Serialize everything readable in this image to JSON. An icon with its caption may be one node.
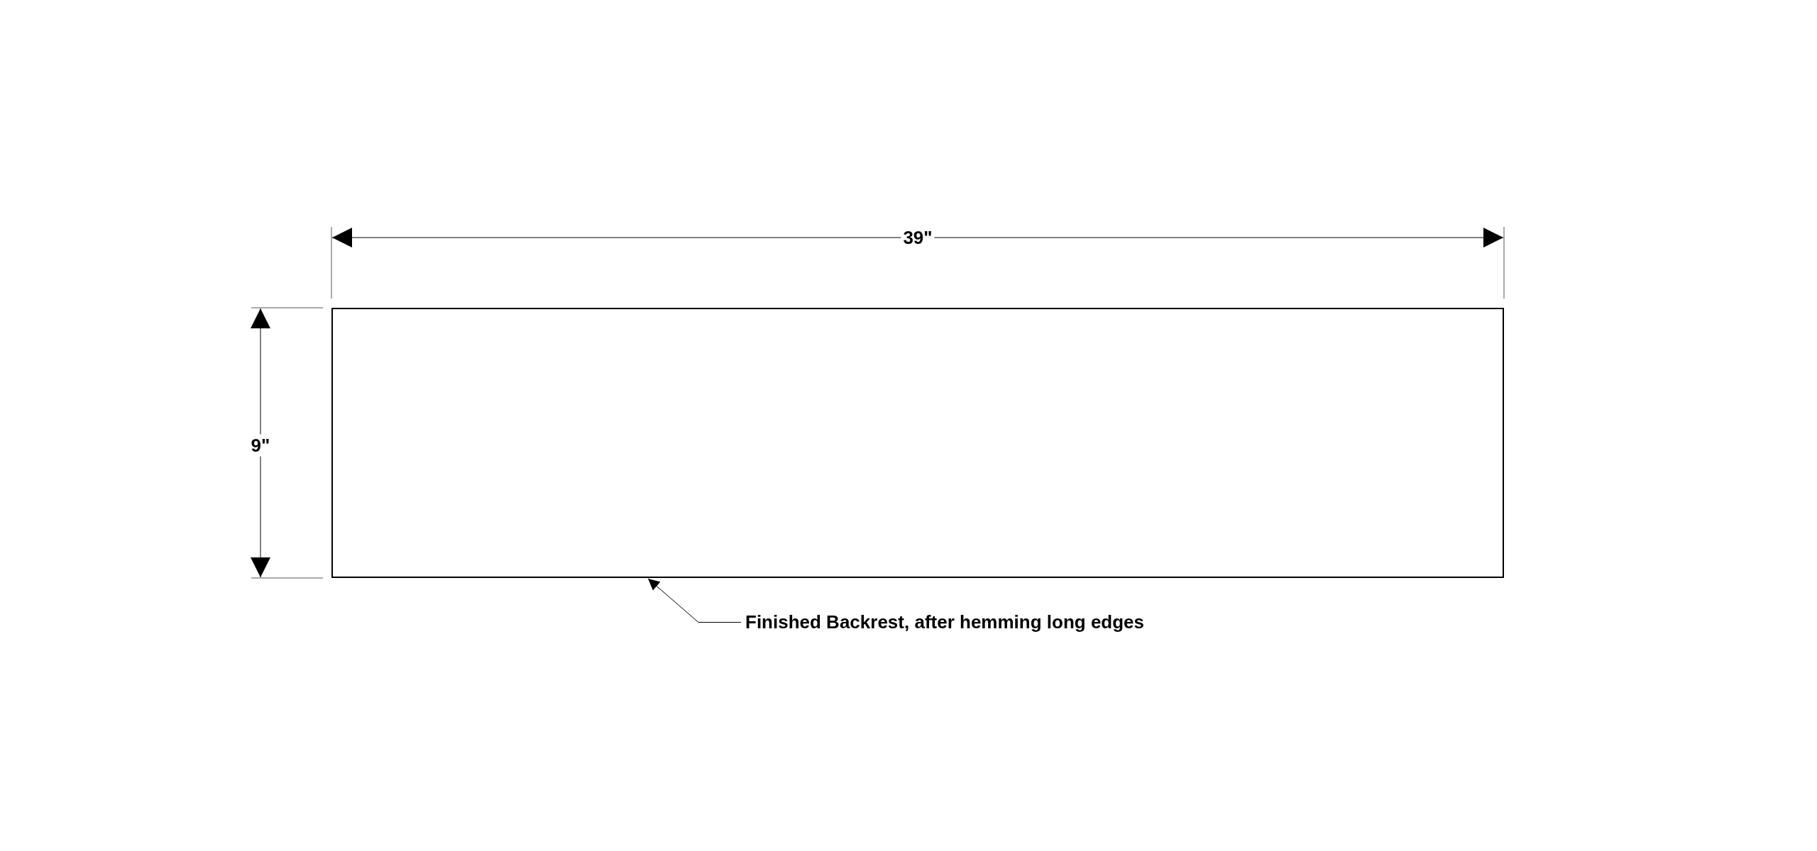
{
  "diagram": {
    "nodes": [
      {
        "text": [],
        "shape": "box"
      },
      {
        "text": [
          "Finished Backrest, after hemming long edges"
        ]
      }
    ],
    "edges": [
      {
        "from": 1,
        "to": 0,
        "arrow": "to"
      }
    ],
    "labels": [
      "39\"",
      "9\""
    ]
  }
}
